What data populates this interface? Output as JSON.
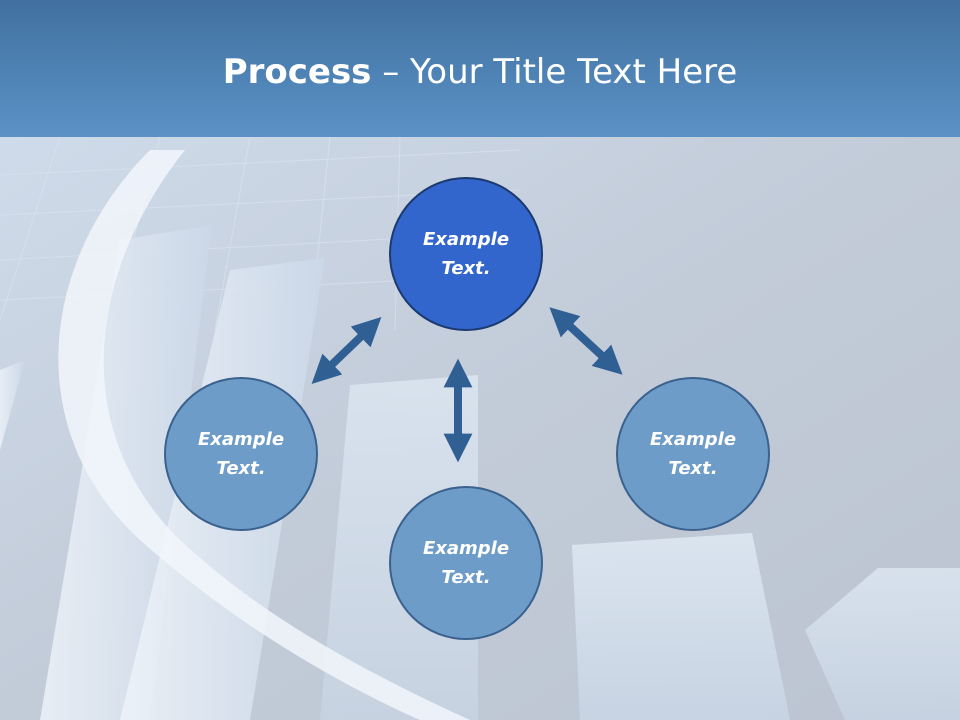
{
  "slide": {
    "title_bold": "Process",
    "title_rest": " – Your Title Text Here"
  },
  "nodes": [
    {
      "line1": "Example",
      "line2": "Text.",
      "role": "center"
    },
    {
      "line1": "Example",
      "line2": "Text.",
      "role": "left"
    },
    {
      "line1": "Example",
      "line2": "Text.",
      "role": "bottom"
    },
    {
      "line1": "Example",
      "line2": "Text.",
      "role": "right"
    }
  ],
  "colors": {
    "header": "#4f83b5",
    "center_node": "#3366cc",
    "outer_node": "#6e9cc8",
    "arrow": "#2f5f93"
  }
}
